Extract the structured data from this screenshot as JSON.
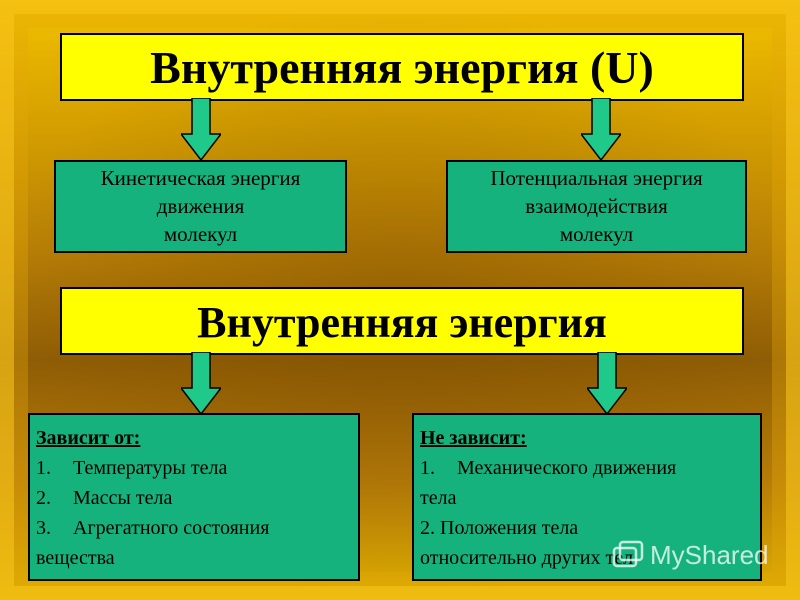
{
  "title_top": "Внутренняя энергия (U)",
  "kinetic": {
    "lines": [
      "Кинетическая энергия",
      "движения",
      "молекул"
    ]
  },
  "potential": {
    "lines": [
      "Потенциальная энергия",
      "взаимодействия",
      "молекул"
    ]
  },
  "title_middle": "Внутренняя энергия",
  "depends": {
    "header": "Зависит от:",
    "items": [
      {
        "num": "1.",
        "text": "Температуры тела"
      },
      {
        "num": "2.",
        "text": "Массы тела"
      },
      {
        "num": "3.",
        "text": "Агрегатного состояния"
      }
    ],
    "tail": "вещества"
  },
  "not_depends": {
    "header": "Не зависит:",
    "line1_num": "1.",
    "line1_text": "Механического движения",
    "line2": "тела",
    "line3": "2. Положения тела",
    "line4": "относительно других тел"
  },
  "watermark": "MyShared",
  "colors": {
    "title_bg": "#ffff00",
    "box_bg": "#16b27e",
    "arrow": "#1ec98a",
    "background": "#c08a06"
  }
}
